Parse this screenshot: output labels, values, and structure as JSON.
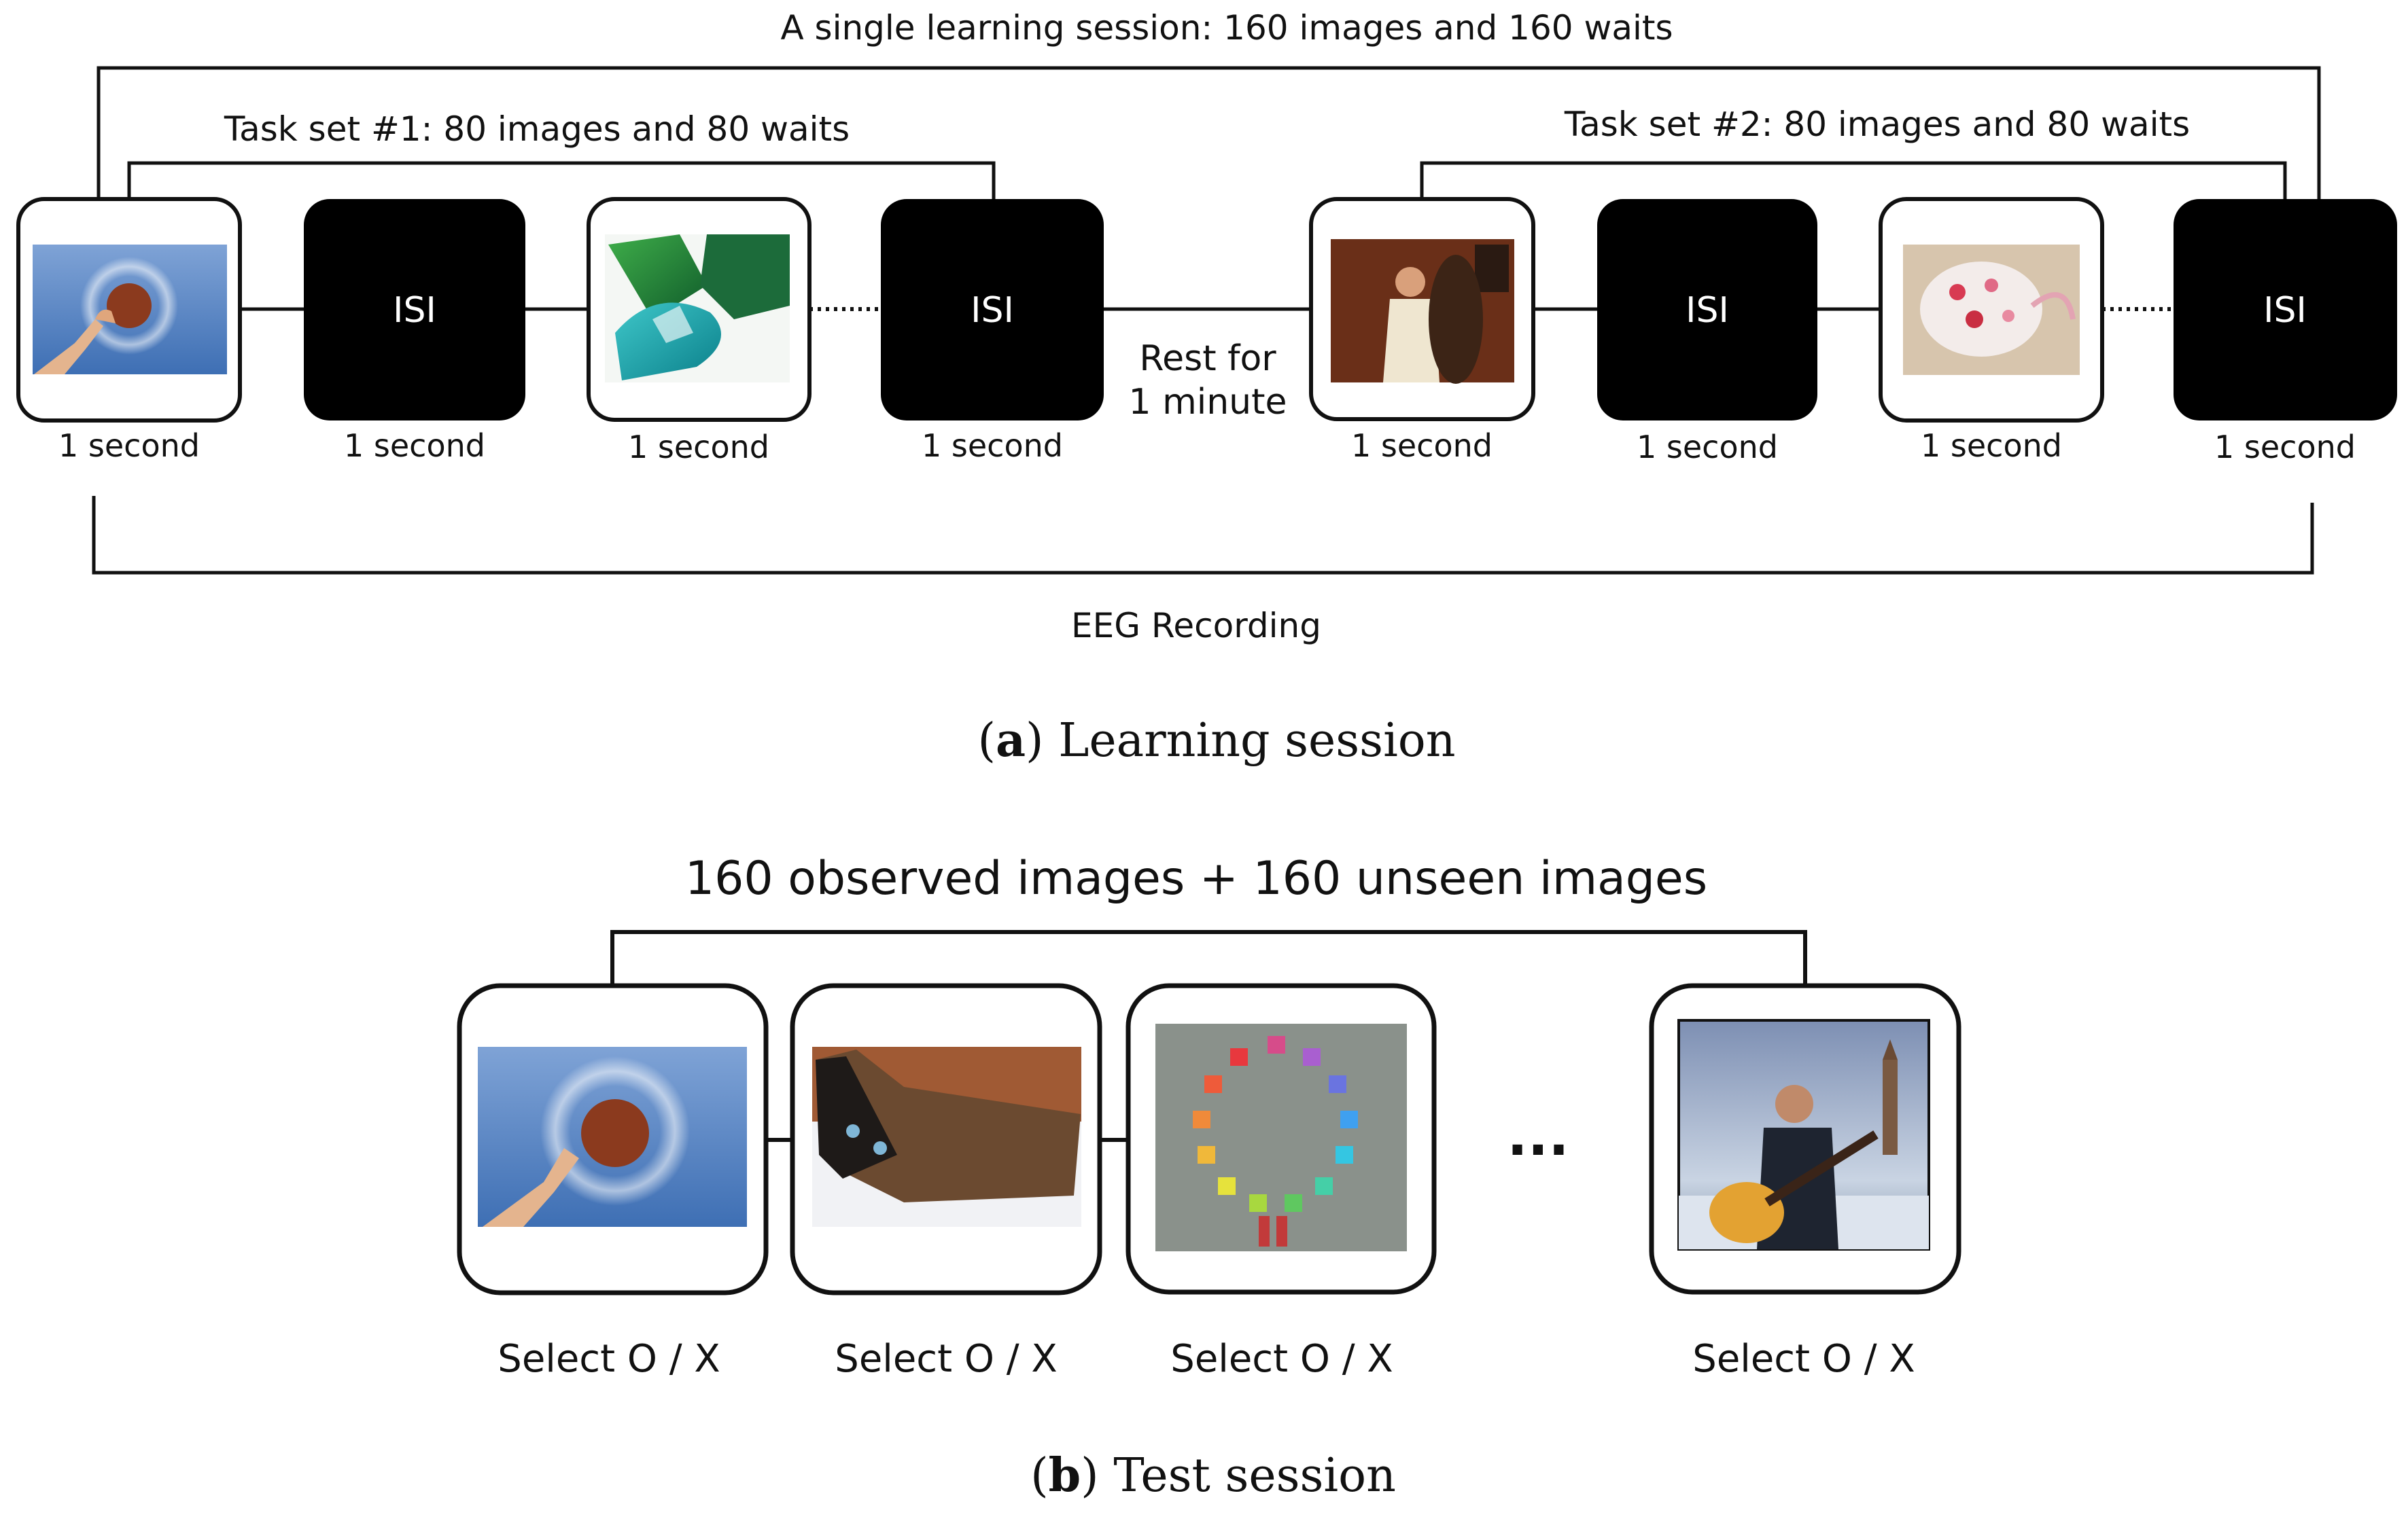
{
  "learning": {
    "session_label": "A single learning session: 160 images and 160 waits",
    "task_set_1": "Task set #1: 80 images and 80 waits",
    "task_set_2": "Task set #2: 80 images and 80 waits",
    "isi_label": "ISI",
    "duration_label": "1 second",
    "rest_line1": "Rest for",
    "rest_line2": "1 minute",
    "eeg_label": "EEG Recording",
    "caption_letter": "a",
    "caption_text": "Learning session"
  },
  "test": {
    "header": "160 observed images + 160 unseen images",
    "select_label": "Select O / X",
    "ellipsis": "...",
    "caption_letter": "b",
    "caption_text": "Test session"
  },
  "colors": {
    "line": "#111111",
    "isi_fill": "#000000",
    "sky": "#5b87c4",
    "ball": "#8b3a1e"
  }
}
